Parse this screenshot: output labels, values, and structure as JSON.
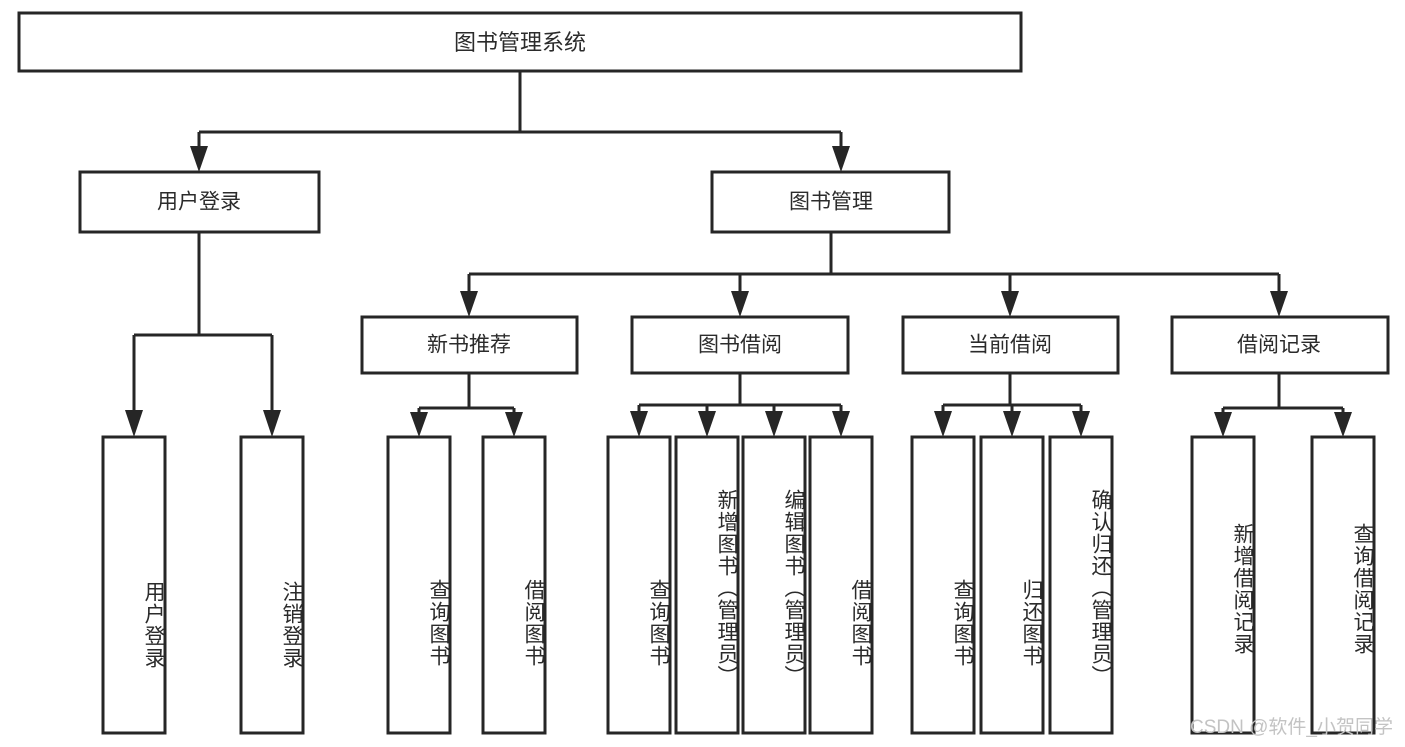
{
  "diagram": {
    "type": "tree",
    "title": "图书管理系统",
    "watermark": "CSDN @软件_小贺同学",
    "colors": {
      "stroke": "#262626",
      "fill": "#ffffff",
      "text": "#2b2b2b",
      "watermark": "#c3c3c3",
      "background": "#ffffff"
    },
    "nodes": {
      "root": {
        "label": "图书管理系统"
      },
      "level2": [
        {
          "label": "用户登录"
        },
        {
          "label": "图书管理"
        }
      ],
      "level3": [
        {
          "label": "新书推荐"
        },
        {
          "label": "图书借阅"
        },
        {
          "label": "当前借阅"
        },
        {
          "label": "借阅记录"
        }
      ],
      "leaves": {
        "user_login": [
          {
            "label": "用户登录"
          },
          {
            "label": "注销登录"
          }
        ],
        "new_book": [
          {
            "label": "查询图书"
          },
          {
            "label": "借阅图书"
          }
        ],
        "book_borrow": [
          {
            "label": "查询图书"
          },
          {
            "label": "新增图书（管理员）"
          },
          {
            "label": "编辑图书（管理员）"
          },
          {
            "label": "借阅图书"
          }
        ],
        "current_borrow": [
          {
            "label": "查询图书"
          },
          {
            "label": "归还图书"
          },
          {
            "label": "确认归还（管理员）"
          }
        ],
        "borrow_record": [
          {
            "label": "新增借阅记录"
          },
          {
            "label": "查询借阅记录"
          }
        ]
      }
    }
  }
}
